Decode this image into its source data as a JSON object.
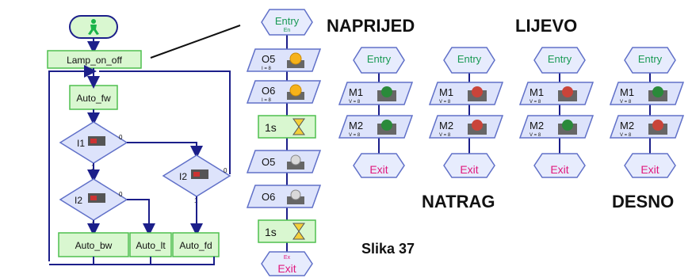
{
  "main_flow": {
    "lamp": "Lamp_on_off",
    "auto_fw": "Auto_fw",
    "i1": "I1",
    "i2a": "I2",
    "i2b": "I2",
    "auto_bw": "Auto_bw",
    "auto_lt": "Auto_lt",
    "auto_fd": "Auto_fd",
    "branch_zero": "0",
    "branch_one": "1"
  },
  "lamp_sub": {
    "entry": "Entry",
    "entry_sub": "En",
    "steps": [
      {
        "label": "O5",
        "sub": "I = 8"
      },
      {
        "label": "O6",
        "sub": "I = 8"
      },
      {
        "label": "1s",
        "sub": ""
      },
      {
        "label": "O5",
        "sub": ""
      },
      {
        "label": "O6",
        "sub": ""
      },
      {
        "label": "1s",
        "sub": ""
      }
    ],
    "exit": "Exit",
    "exit_sub": "Ex"
  },
  "motor_subs": [
    {
      "entry": "Entry",
      "m1": "M1",
      "m2": "M2",
      "v": "V = 8",
      "exit": "Exit"
    },
    {
      "entry": "Entry",
      "m1": "M1",
      "m2": "M2",
      "v": "V = 8",
      "exit": "Exit"
    },
    {
      "entry": "Entry",
      "m1": "M1",
      "m2": "M2",
      "v": "V = 8",
      "exit": "Exit"
    },
    {
      "entry": "Entry",
      "m1": "M1",
      "m2": "M2",
      "v": "V = 8",
      "exit": "Exit"
    }
  ],
  "titles": {
    "naprijed": "NAPRIJED",
    "lijevo": "LIJEVO",
    "natrag": "NATRAG",
    "desno": "DESNO",
    "caption": "Slika 37"
  },
  "colors": {
    "line": "#1c1f8a",
    "box_fill": "#d9f7d0",
    "box_stroke": "#4fbf4f",
    "para_fill": "#dde3fb",
    "para_stroke": "#6070c8",
    "exit_text": "#e0197d",
    "entry_text": "#1a9a55"
  }
}
